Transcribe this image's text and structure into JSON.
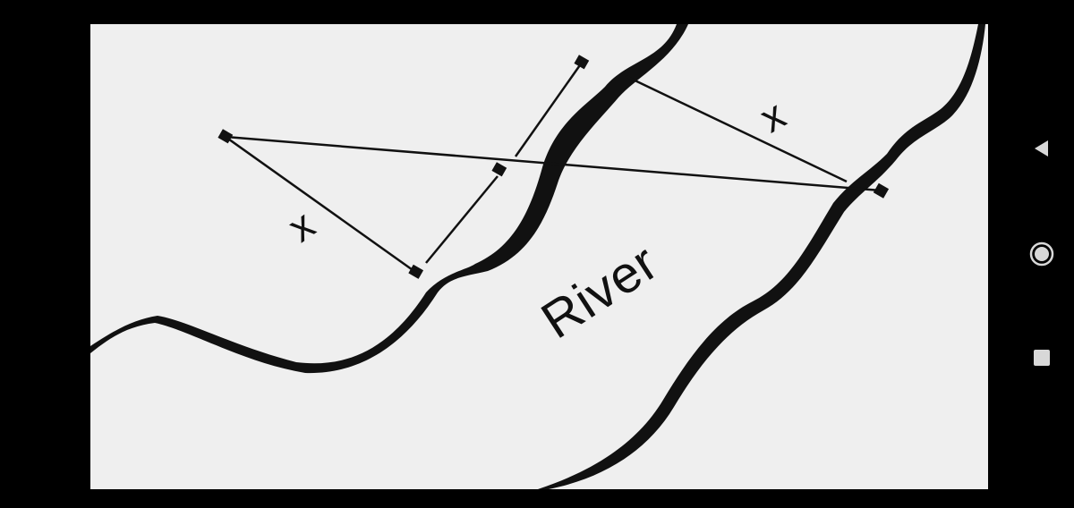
{
  "diagram": {
    "river_label": "River",
    "distance_label_left": "x",
    "distance_label_right": "x"
  },
  "navigation": {
    "back": "back-icon",
    "home": "home-icon",
    "recents": "recents-icon"
  },
  "colors": {
    "screen_background": "#000000",
    "diagram_background": "#efefef",
    "ink": "#111111",
    "nav_icons": "#d8d8d8"
  }
}
